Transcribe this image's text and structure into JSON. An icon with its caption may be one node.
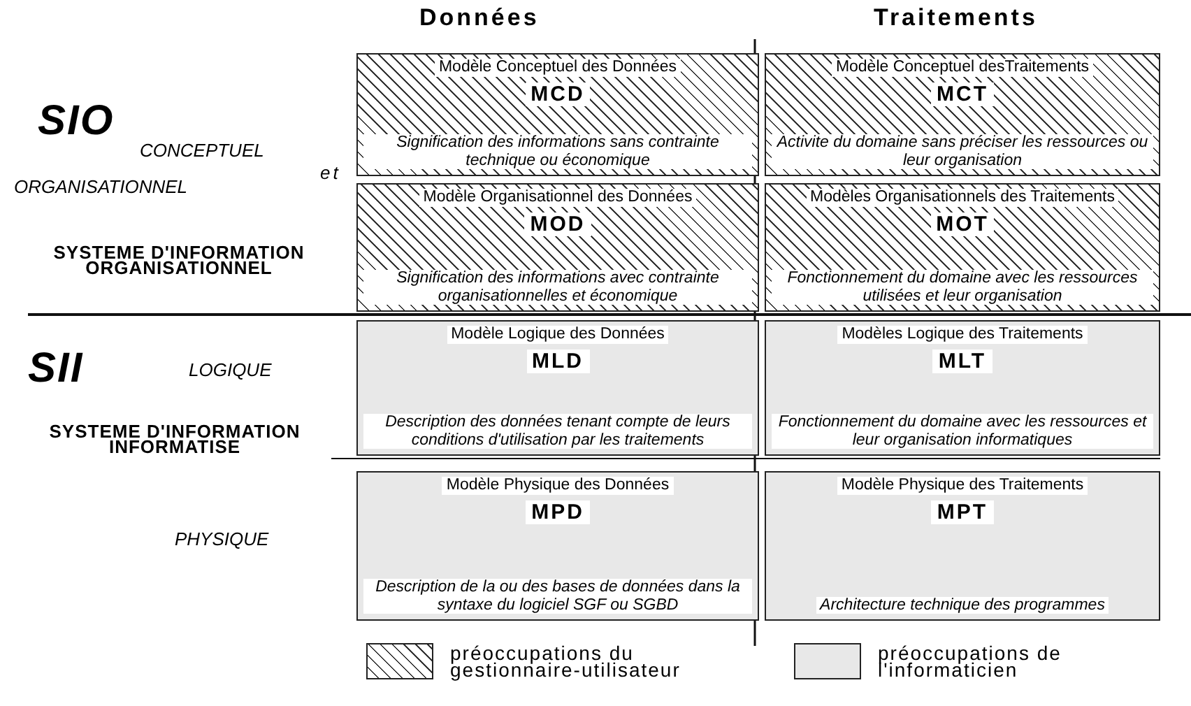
{
  "diagram": {
    "nodes": [
      {
        "text": [
          "Modèle Conceptuel des Données",
          "MCD",
          "Signification des informations sans contrainte technique ou économique"
        ]
      },
      {
        "text": [
          "Modèle Conceptuel desTraitements",
          "MCT",
          "Activite du domaine sans préciser les ressources ou leur organisation"
        ]
      },
      {
        "text": [
          "Modèle Organisationnel des Données",
          "MOD",
          "Signification des informations avec contrainte organisationnelles et économique"
        ]
      },
      {
        "text": [
          "Modèles Organisationnels des Traitements",
          "MOT",
          "Fonctionnement du domaine avec les ressources utilisées et leur organisation"
        ]
      },
      {
        "text": [
          "Modèle Logique des Données",
          "MLD",
          "Description des données tenant compte de leurs conditions d'utilisation par les traitements"
        ]
      },
      {
        "text": [
          "Modèles Logique des Traitements",
          "MLT",
          "Fonctionnement du domaine avec les ressources et leur organisation informatiques"
        ]
      },
      {
        "text": [
          "Modèle Physique des Données",
          "MPD",
          "Description de la ou des bases de données dans la syntaxe du logiciel SGF ou SGBD"
        ]
      },
      {
        "text": [
          "Modèle Physique des Traitements",
          "MPT",
          "Architecture technique des programmes"
        ]
      }
    ],
    "edges": [],
    "labels": [
      "Données",
      "Traitements",
      "SIO",
      "CONCEPTUEL",
      "et",
      "ORGANISATIONNEL",
      "SYSTEME D'INFORMATION ORGANISATIONNEL",
      "SII",
      "LOGIQUE",
      "SYSTEME D'INFORMATION INFORMATISE",
      "PHYSIQUE"
    ],
    "legend": [
      {
        "text": "préoccupations du gestionnaire-utilisateur"
      },
      {
        "text": "préoccupations de l'informaticien",
        "color": "#e8e8e8"
      }
    ]
  }
}
